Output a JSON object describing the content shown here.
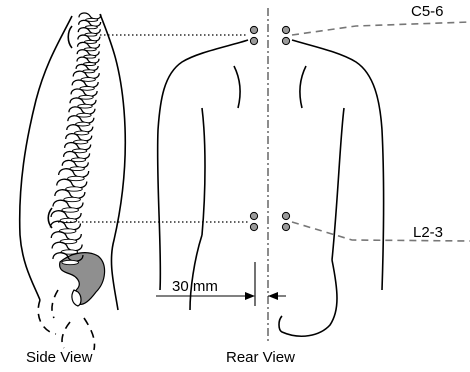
{
  "labels": {
    "side_view": "Side View",
    "rear_view": "Rear View",
    "level_upper": "C5-6",
    "level_lower": "L2-3",
    "spacing": "30 mm"
  },
  "colors": {
    "line": "#000000",
    "dashed": "#777777",
    "electrode": "#9a9a9a",
    "sacrum": "#8f8f8f"
  }
}
